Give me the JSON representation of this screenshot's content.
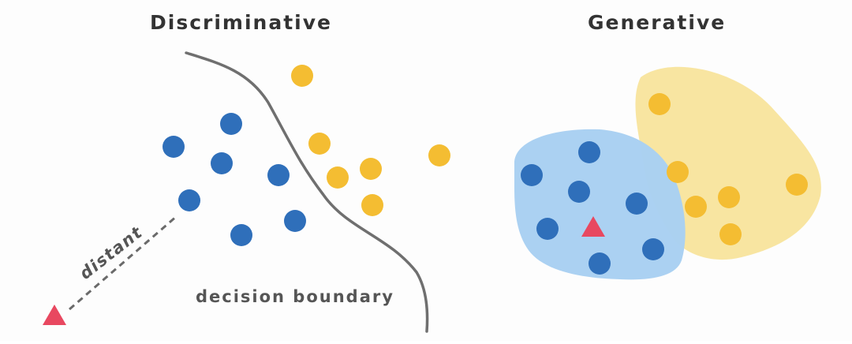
{
  "panels": {
    "discriminative": {
      "title": "Discriminative",
      "boundary_label": "decision boundary",
      "distance_label": "distant"
    },
    "generative": {
      "title": "Generative"
    }
  },
  "colors": {
    "blue_points": "#2f6fba",
    "yellow_points": "#f4bd32",
    "blue_region": "#a9d0f2",
    "yellow_region": "#f8e49c",
    "test_point": "#e84860",
    "boundary": "#6f6f6f",
    "label_text": "#555555",
    "title_text": "#333333"
  },
  "icons": {
    "class_a": "blue-circle",
    "class_b": "yellow-circle",
    "query": "red-triangle"
  }
}
